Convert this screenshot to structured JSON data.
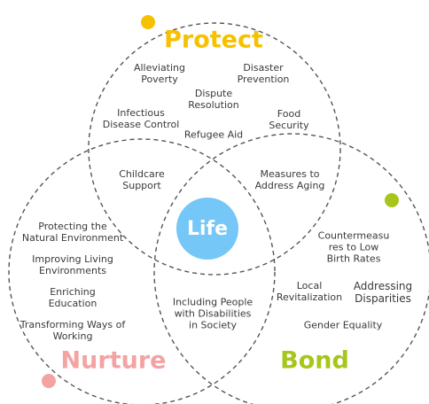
{
  "center": {
    "label": "Life",
    "color": "#74c7f6"
  },
  "protect": {
    "title": "Protect",
    "color": "#f6c100",
    "items": {
      "poverty": "Alleviating\nPoverty",
      "disaster": "Disaster\nPrevention",
      "dispute": "Dispute\nResolution",
      "disease": "Infectious\nDisease Control",
      "food": "Food\nSecurity",
      "refugee": "Refugee Aid"
    }
  },
  "nurture": {
    "title": "Nurture",
    "color": "#f4a3a3",
    "items": {
      "natural": "Protecting the\nNatural Environment",
      "living": "Improving Living\nEnvironments",
      "education": "Enriching\nEducation",
      "working": "Transforming Ways of\nWorking"
    }
  },
  "bond": {
    "title": "Bond",
    "color": "#a6c61c",
    "items": {
      "birth": "Countermeasu\nres to Low\nBirth Rates",
      "revital": "Local\nRevitalization",
      "disparities": "Addressing\nDisparities",
      "gender": "Gender Equality"
    }
  },
  "overlaps": {
    "childcare": "Childcare\nSupport",
    "aging": "Measures to\nAddress Aging",
    "disabilities": "Including People\nwith Disabilities\nin Society"
  }
}
